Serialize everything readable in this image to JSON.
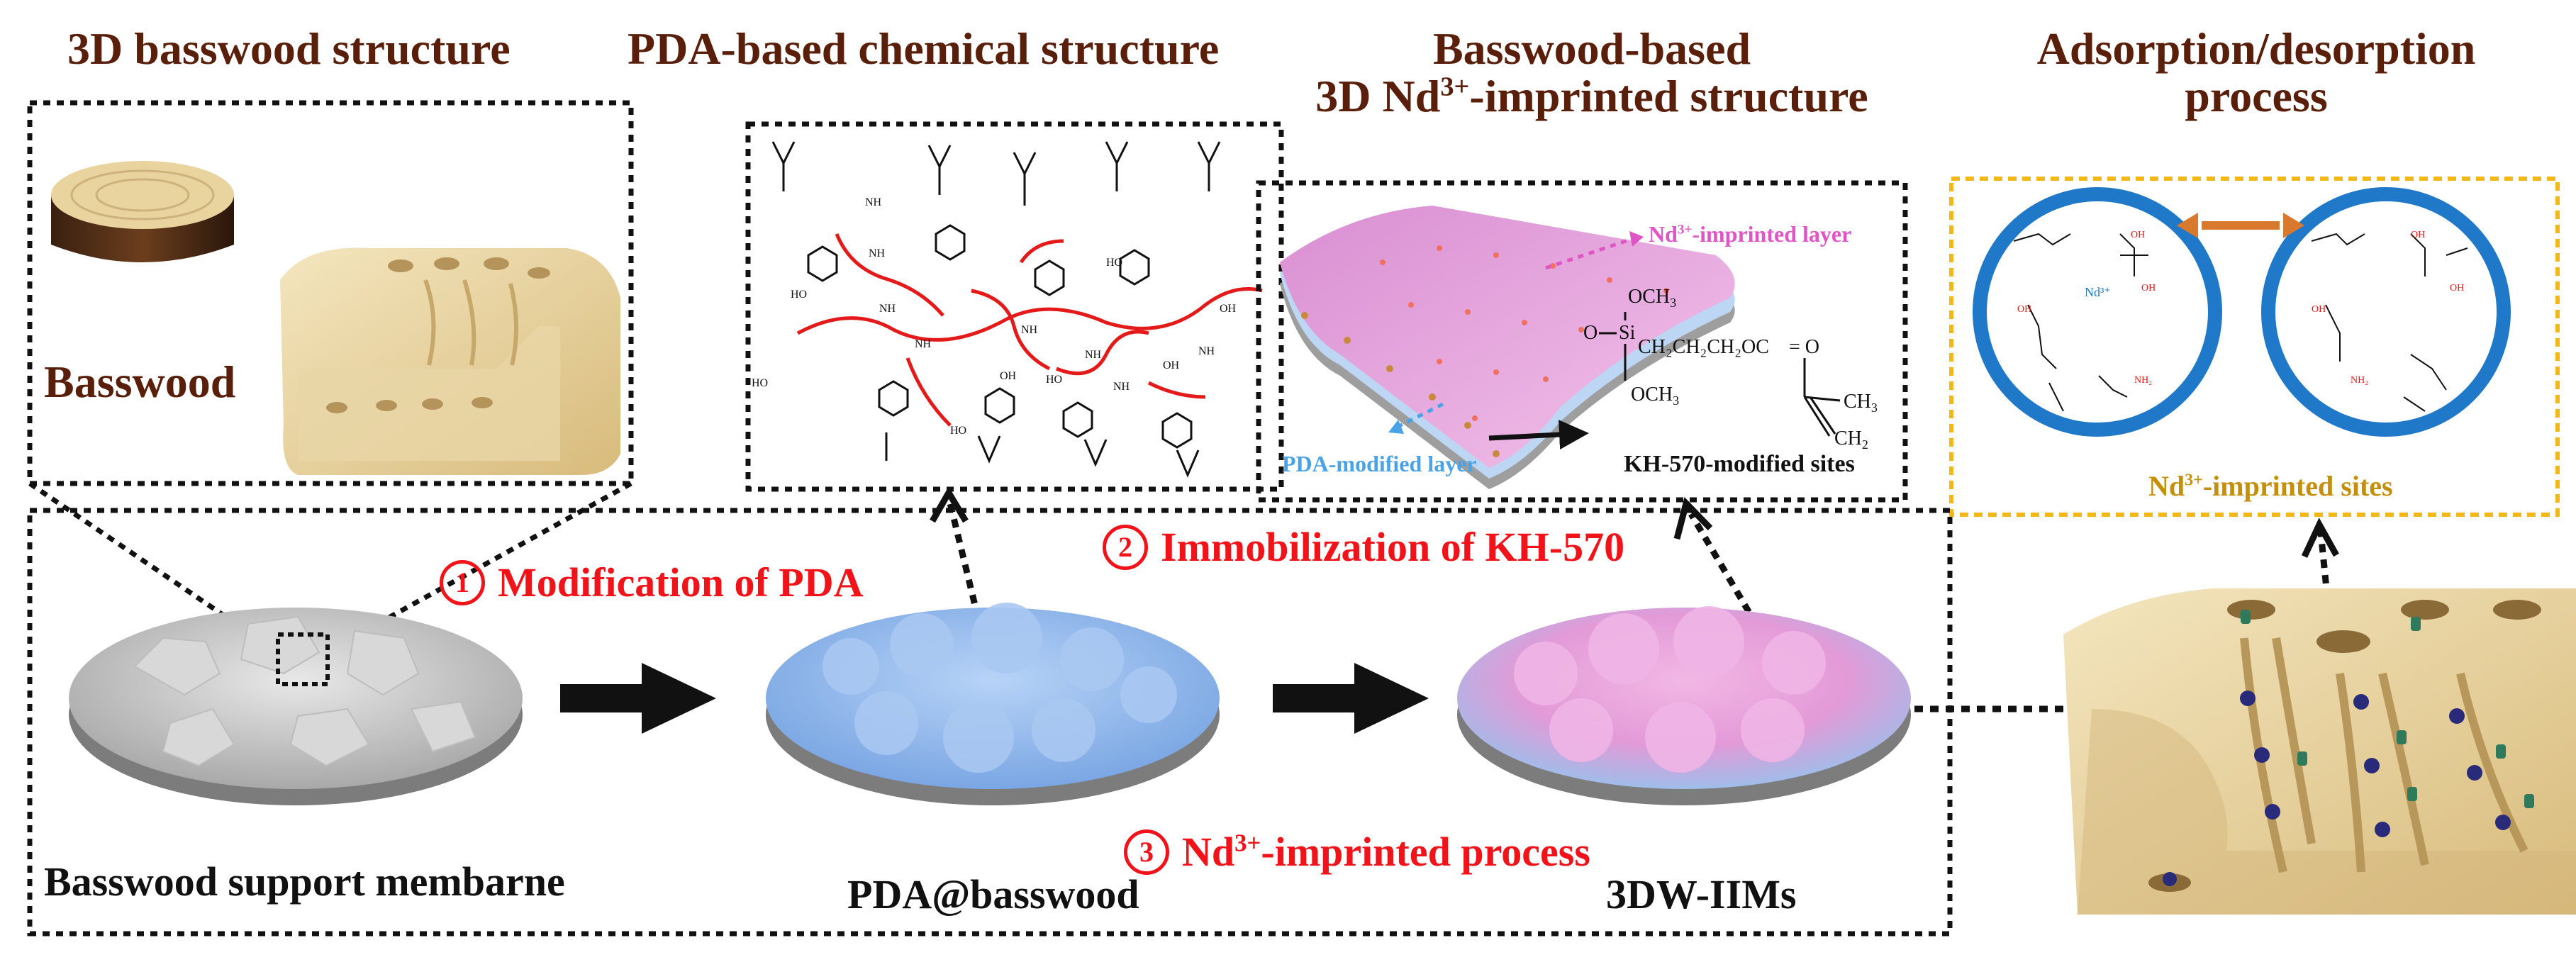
{
  "headings": {
    "basswood_structure": "3D basswood structure",
    "pda_chemical": "PDA-based chemical structure",
    "imprinted_line1": "Basswood-based",
    "imprinted_line2_pre": "3D Nd",
    "imprinted_line2_sup": "3+",
    "imprinted_line2_post": "-imprinted structure",
    "adsorption_line1": "Adsorption/desorption",
    "adsorption_line2": "process"
  },
  "panel_labels": {
    "basswood": "Basswood",
    "imprinted_layer_pre": "Nd",
    "imprinted_layer_sup": "3+",
    "imprinted_layer_post": "-imprinted layer",
    "pda_modified_layer": "PDA-modified layer",
    "kh570_sites": "KH-570-modified sites",
    "imprinted_sites_pre": "Nd",
    "imprinted_sites_sup": "3+",
    "imprinted_sites_post": "-imprinted sites",
    "nd_ion": "Nd³⁺"
  },
  "steps": {
    "step1_num": "1",
    "step1": "Modification of PDA",
    "step2_num": "2",
    "step2": "Immobilization of KH-570",
    "step3_num": "3",
    "step3_pre": "Nd",
    "step3_sup": "3+",
    "step3_post": "-imprinted process"
  },
  "disk_labels": {
    "basswood_support": "Basswood support membarne",
    "pda_basswood": "PDA@basswood",
    "product": "3DW-IIMs"
  },
  "chem_labels": {
    "och3_top": "OCH",
    "och3_bottom": "OCH",
    "subscript3": "3",
    "si": "Si",
    "o": "O",
    "chain": "CH₂CH₂CH₂OC",
    "eq_o": "= O",
    "ch3": "CH",
    "ch2": "CH",
    "subscript2": "2"
  },
  "colors": {
    "heading": "#5a1f0a",
    "step_red": "#f0141a",
    "pda_blue": "#8fb8ee",
    "imprint_pink": "#e49ad6",
    "wood": "#e6cf96",
    "ring_blue": "#1f79c8",
    "swap_arrow": "#d9792d",
    "dotted_gold": "#f2b81a",
    "disk_gray": "#c9c9c9"
  },
  "icons": [
    "basswood-log-icon",
    "basswood-block-icon",
    "membrane-disk-icon",
    "right-arrow-icon",
    "dotted-arrow-icon",
    "double-arrow-icon"
  ]
}
